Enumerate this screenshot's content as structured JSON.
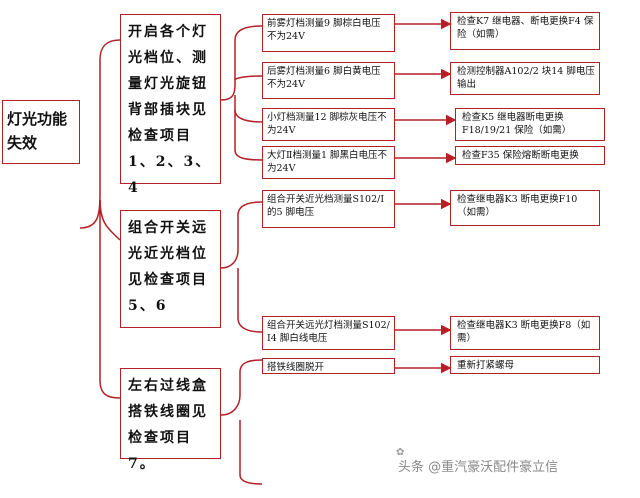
{
  "root": {
    "line1": "灯光功能",
    "line2": "失效"
  },
  "categories": [
    {
      "text": "开启各个灯光档位、测量灯光旋钮背部插块见检查项目1、2、3、4"
    },
    {
      "text": "组合开关远光近光档位见检查项目5、6"
    },
    {
      "text": "左右过线盒搭铁线圈见检查项目7。"
    }
  ],
  "conditions": [
    {
      "text": "前雾灯档测量9 脚棕白电压不为24V"
    },
    {
      "text": "后雾灯档测量6 脚白黄电压不为24V"
    },
    {
      "text": "小灯档测量12 脚棕灰电压不为24V"
    },
    {
      "text": "大灯Ⅱ档测量1 脚黑白电压不为24V"
    },
    {
      "text": "组合开关近光档测量S102/Ⅰ的5 脚电压"
    },
    {
      "text": "组合开关远光灯档测量S102/Ⅰ4 脚白线电压"
    },
    {
      "text": "搭铁线圈脱开"
    }
  ],
  "actions": [
    {
      "text": "检查K7 继电器、断电更换F4 保险（如需）"
    },
    {
      "text": "检测控制器A102/2 块14 脚电压输出"
    },
    {
      "text": "检查K5 继电器断电更换F18/19/21 保险（如需）"
    },
    {
      "text": "检查F35 保险熔断断电更换"
    },
    {
      "text": "检查继电器K3 断电更换F10（如需）"
    },
    {
      "text": "检查继电器K3 断电更换F8（如需）"
    },
    {
      "text": "重新打紧螺母"
    }
  ],
  "watermark": "头条 @重汽豪沃配件豪立信",
  "colors": {
    "border": "#b32025",
    "line": "#b32025"
  }
}
